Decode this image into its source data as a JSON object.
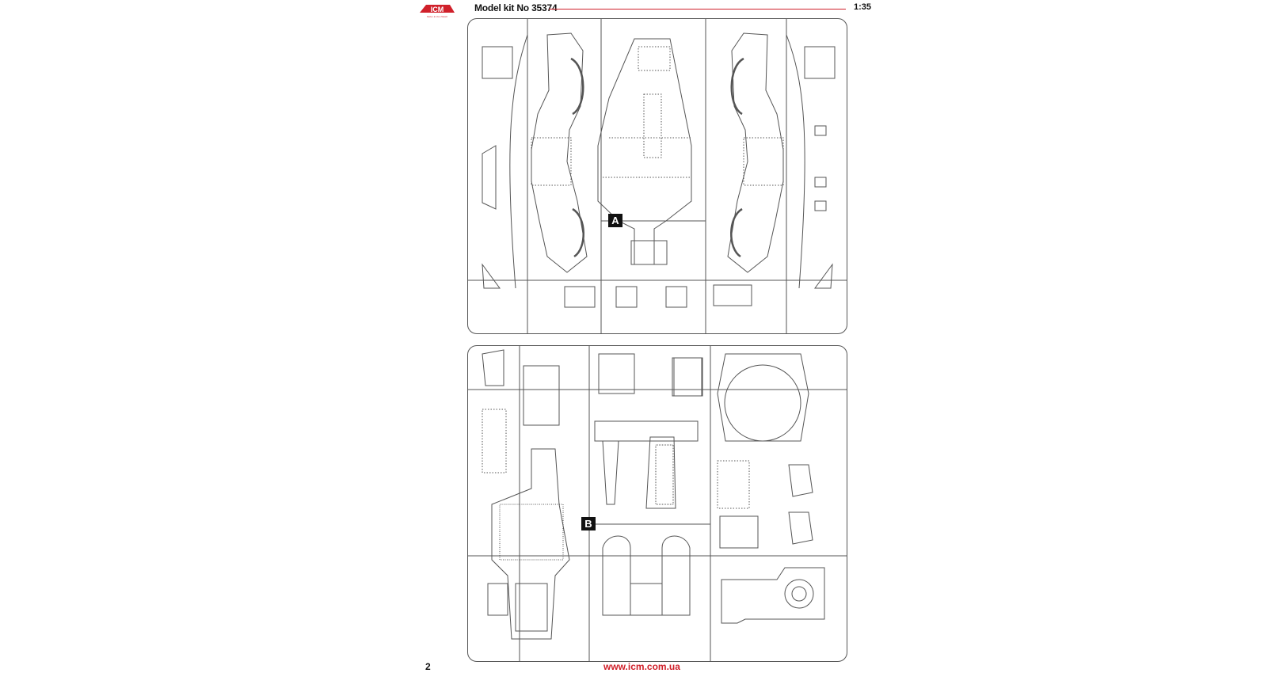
{
  "header": {
    "brand": "ICM",
    "brand_tagline": "Value in the Detail",
    "kit_title": "Model kit No 35374",
    "scale": "1:35"
  },
  "sprues": [
    {
      "letter": "A"
    },
    {
      "letter": "B"
    }
  ],
  "footer": {
    "page_number": "2",
    "website": "www.icm.com.ua"
  },
  "colors": {
    "brand_red": "#d0202a",
    "line": "#555555",
    "label_box": "#111111"
  }
}
